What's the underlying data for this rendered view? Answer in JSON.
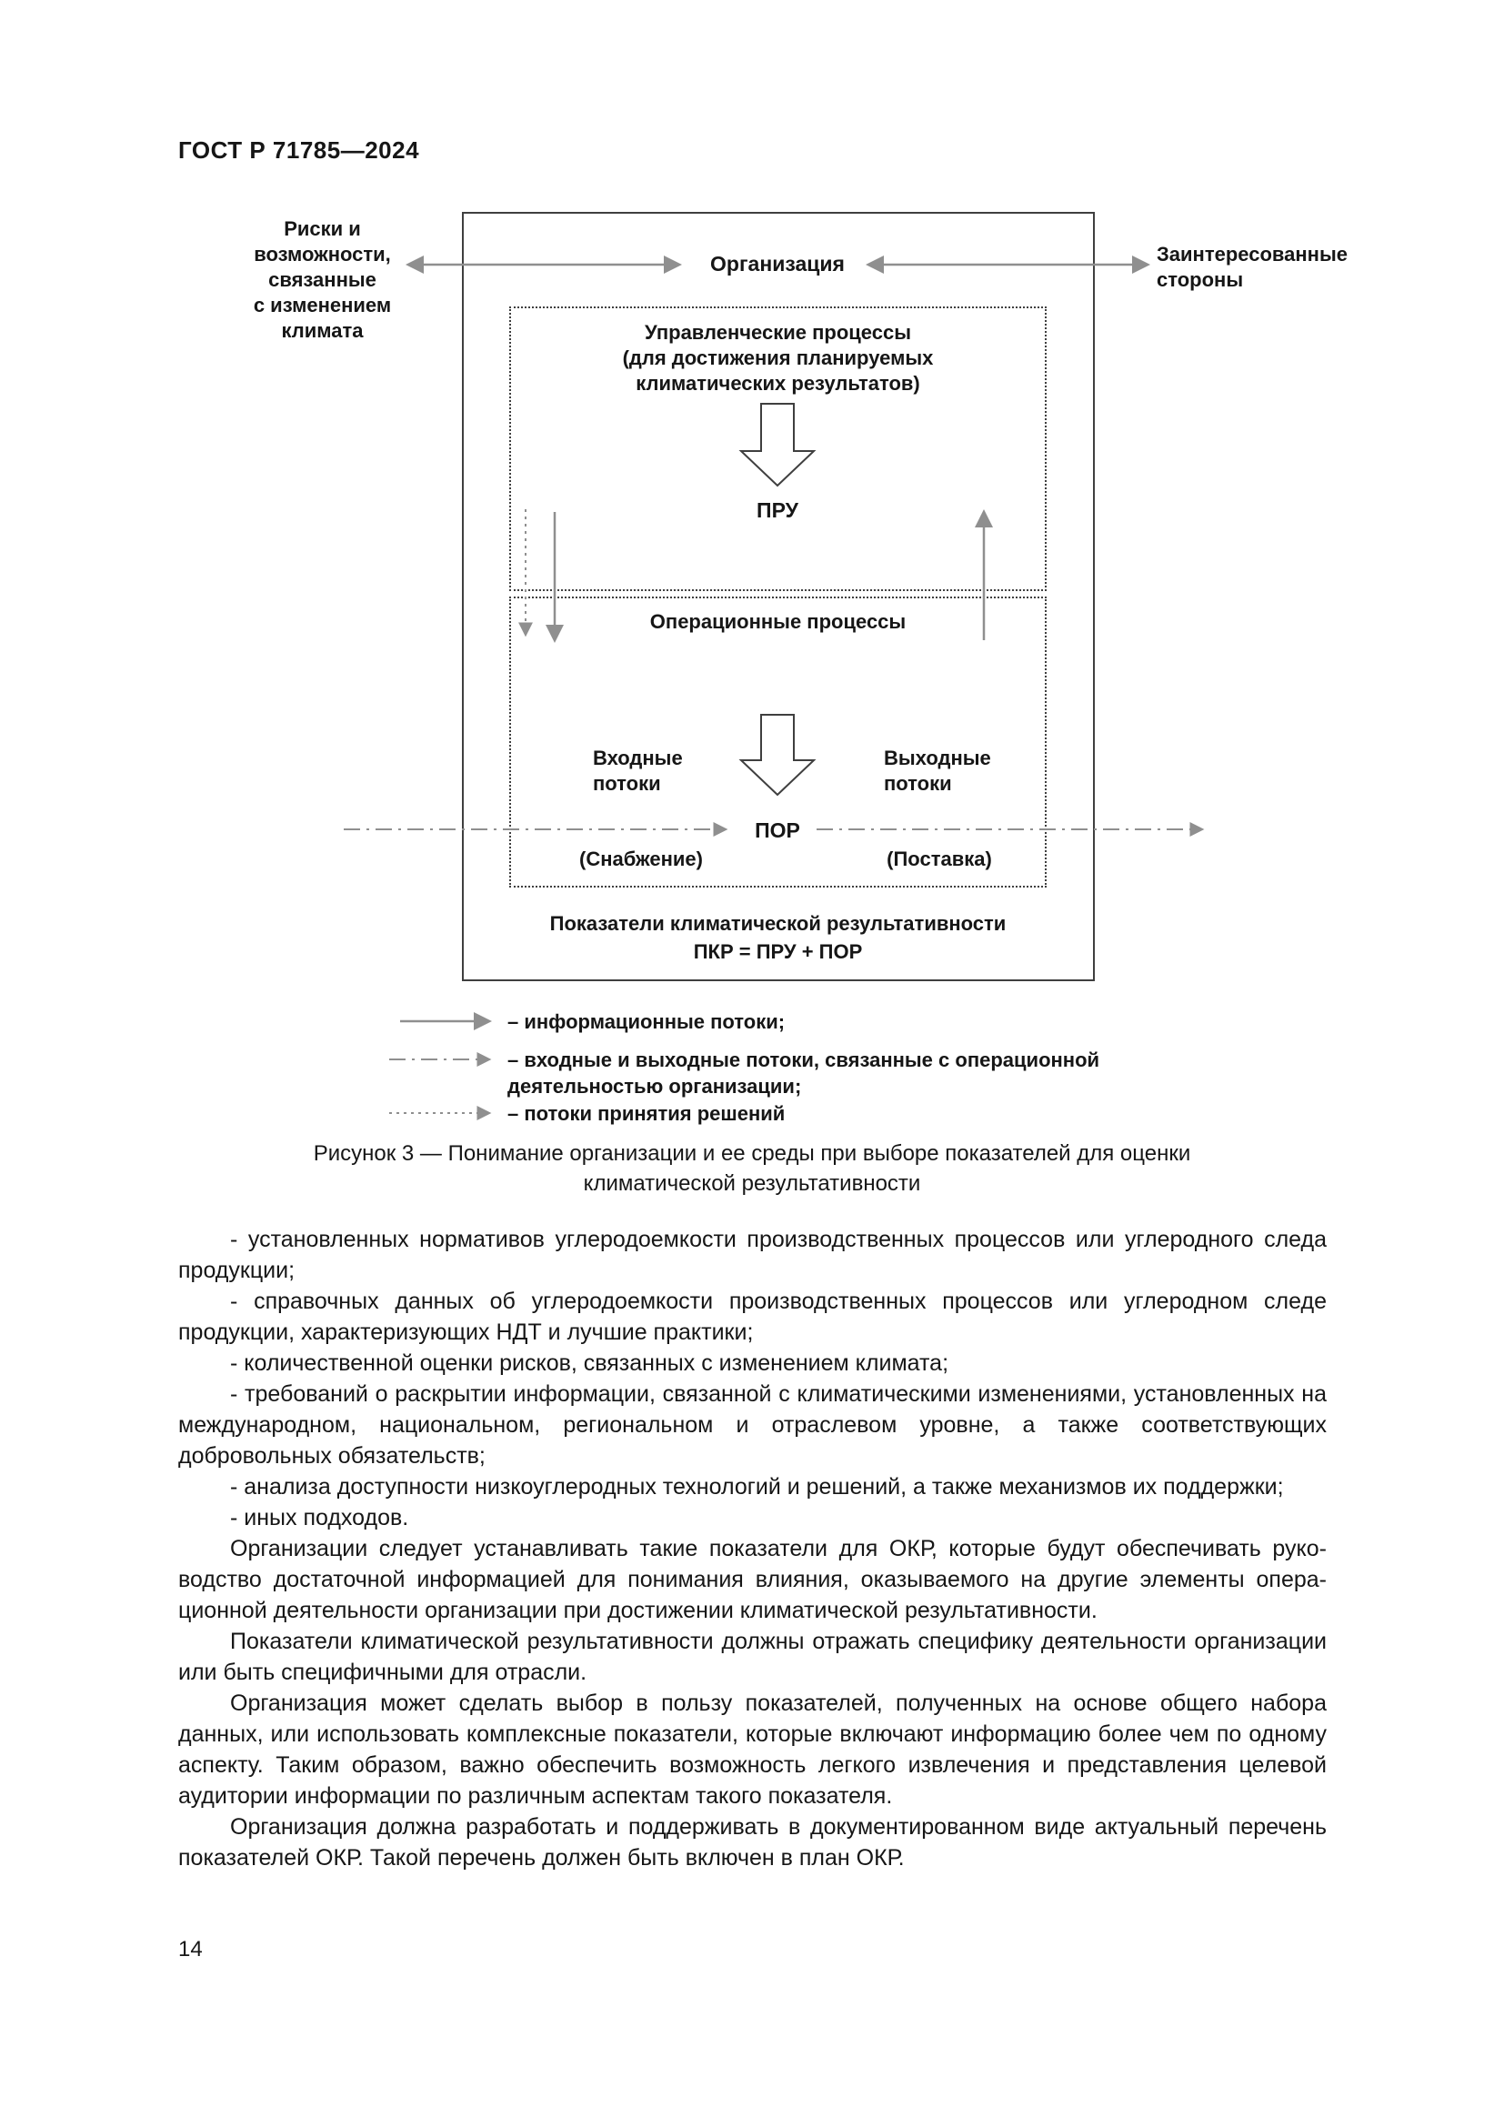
{
  "page": {
    "header": "ГОСТ Р 71785—2024",
    "page_number": "14"
  },
  "colors": {
    "arrow_gray": "#8f8f8f",
    "border_dark": "#3f3f3f",
    "background": "#ffffff"
  },
  "figure": {
    "left_label_lines": [
      "Риски и",
      "возможности,",
      "связанные",
      "с изменением",
      "климата"
    ],
    "right_label_lines": [
      "Заинтересованные",
      "стороны"
    ],
    "organization": "Организация",
    "management_box": {
      "title_lines": [
        "Управленческие процессы",
        "(для достижения планируемых",
        "климатических результатов)"
      ],
      "result": "ПРУ"
    },
    "operations_box": {
      "title": "Операционные процессы",
      "input_lines": [
        "Входные",
        "потоки"
      ],
      "output_lines": [
        "Выходные",
        "потоки"
      ],
      "result": "ПОР",
      "supply": "(Снабжение)",
      "delivery": "(Поставка)"
    },
    "indicators_lines": [
      "Показатели климатической результативности",
      "ПКР = ПРУ + ПОР"
    ],
    "legend": [
      {
        "style": "solid",
        "label": "– информационные потоки;"
      },
      {
        "style": "dashdot",
        "label": "– входные и выходные потоки, связанные с операционной деятельностью организации;"
      },
      {
        "style": "dotted",
        "label": "– потоки принятия решений"
      }
    ],
    "caption": "Рисунок 3 — Понимание организации и ее среды при выборе показателей для оценки климатической результативности"
  },
  "body": {
    "paragraphs": [
      "- установленных нормативов углеродоемкости производственных процессов или углеродного следа продукции;",
      "- справочных данных об углеродоемкости производственных процессов или углеродном следе продукции, характеризующих НДТ и лучшие практики;",
      "- количественной оценки рисков, связанных с изменением климата;",
      "- требований о раскрытии информации, связанной с климатическими изменениями, установлен­ных на международном, национальном, региональном и отраслевом уровне, а также соответствующих добровольных обязательств;",
      "- анализа доступности низкоуглеродных технологий и решений, а также механизмов их под­держки;",
      "- иных подходов.",
      "Организации следует устанавливать такие показатели для ОКР, которые будут обеспечивать руко­водство достаточной информацией для понимания влияния, оказываемого на другие элементы опера­ционной деятельности организации при достижении климатической результативности.",
      "Показатели климатической результативности должны отражать специфику деятельности органи­зации или быть специфичными для отрасли.",
      "Организация может сделать выбор в пользу показателей, полученных на основе общего набо­ра данных, или использовать комплексные показатели, которые включают информацию более чем по одному аспекту. Таким образом, важно обеспечить возможность легкого извлечения и представления целевой аудитории информации по различным аспектам такого показателя.",
      "Организация должна разработать и поддерживать в документированном виде актуальный пере­чень показателей ОКР. Такой перечень должен быть включен в план ОКР."
    ]
  }
}
